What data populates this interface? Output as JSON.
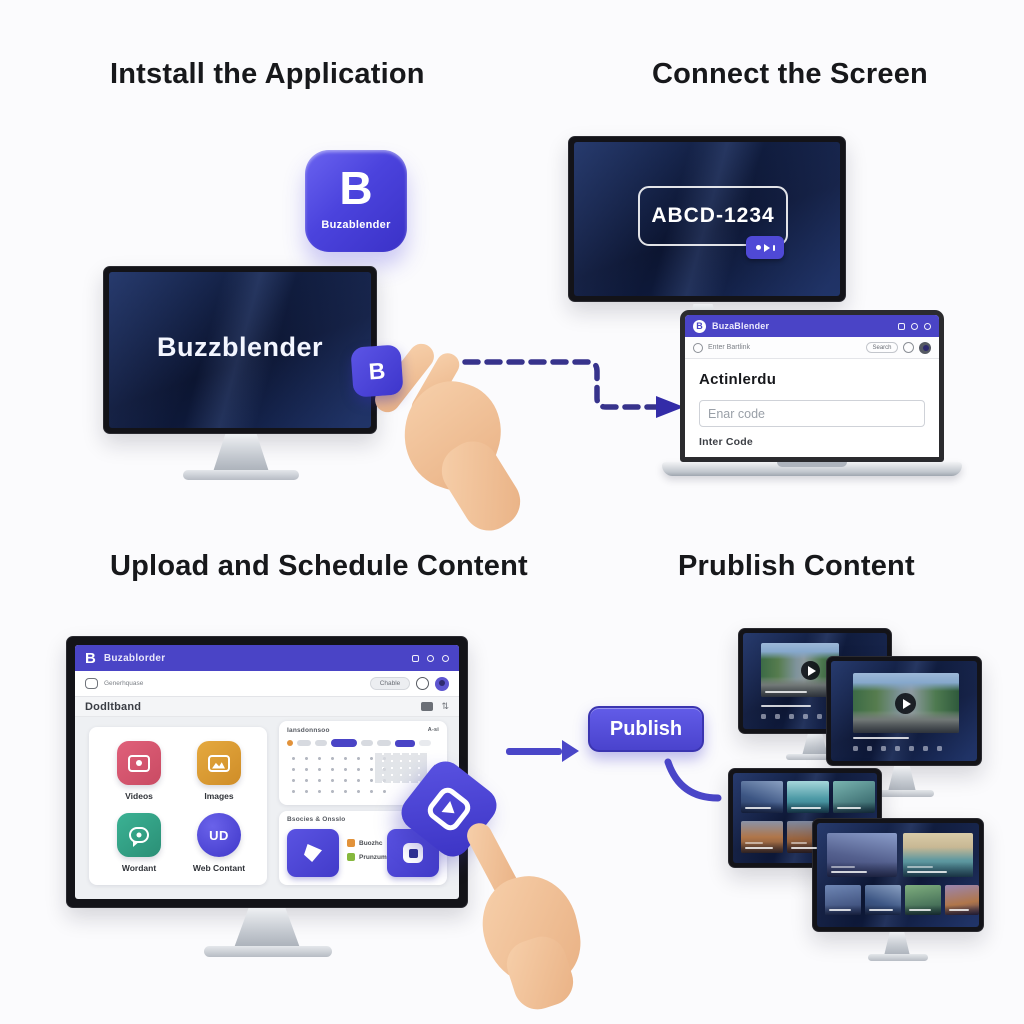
{
  "install": {
    "title": "Intstall the Application",
    "app_icon": {
      "letter": "B",
      "label": "Buzablender"
    },
    "monitor_brand": "Buzzblender",
    "drag_icon_letter": "B"
  },
  "connect": {
    "title": "Connect the Screen",
    "pairing_code": "ABCD-1234",
    "laptop": {
      "app_logo_letter": "B",
      "app_name": "BuzaBlender",
      "address_text": "Enter Bartlink",
      "search_pill": "Search",
      "heading": "Actinlerdu",
      "input_placeholder": "Enar code",
      "helper_text": "Inter Code"
    }
  },
  "upload": {
    "title": "Upload and Schedule Content",
    "dashboard": {
      "app_logo_letter": "B",
      "app_name": "Buzablorder",
      "search_text": "Generhquase",
      "toolbar_pill": "Chable",
      "page_heading": "Dodltband",
      "tiles": [
        {
          "label": "Videos",
          "color": "#d85a72"
        },
        {
          "label": "Images",
          "color": "#dfa23a"
        },
        {
          "label": "Wordant",
          "color": "#34a98b"
        },
        {
          "label": "Web Contant",
          "color": "#4f46d8",
          "icon_text": "UD"
        }
      ],
      "calendar": {
        "heading": "Iansdonnsoo",
        "meta": "A-si"
      },
      "schedule": {
        "heading": "Bsocies & Onsslo",
        "legend": [
          {
            "label": "Buozhc",
            "color": "#e2923a"
          },
          {
            "label": "Prunzum",
            "color": "#86b83e"
          }
        ]
      }
    }
  },
  "publish": {
    "title": "Prublish Content",
    "button_label": "Publish"
  },
  "colors": {
    "accent": "#4a44c6",
    "screen_navy": "#0e1c42",
    "background": "#fbfbfd"
  }
}
